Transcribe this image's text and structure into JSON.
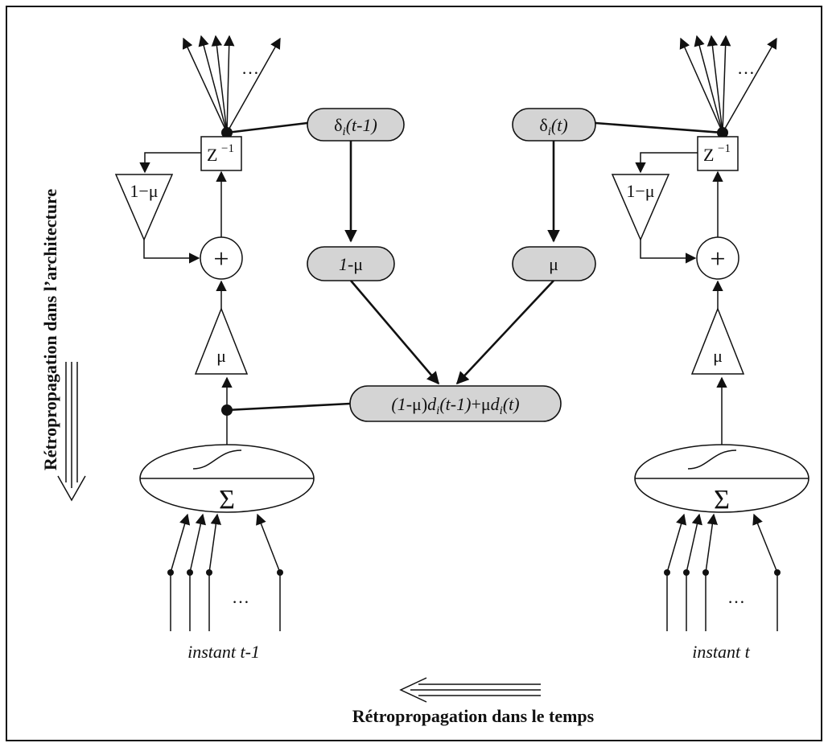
{
  "vertical_caption": "Rétropropagation dans l’architecture",
  "bottom_caption": "Rétropropagation dans le temps",
  "time_left": "instant t-1",
  "time_right": "instant t",
  "delay": "Z",
  "delay_exp": "−1",
  "forget_gain": "1−μ",
  "sum_symbol": "+",
  "mu": "μ",
  "sigma": "Σ",
  "ellipsis": "…",
  "delta_left": {
    "d": "δ",
    "i": "i",
    "arg": "(t-1)"
  },
  "delta_right": {
    "d": "δ",
    "i": "i",
    "arg": "(t)"
  },
  "weight_left": {
    "one": "1",
    "rest": "-μ"
  },
  "weight_right": "μ",
  "combination": {
    "p1": "(1-",
    "mu1": "μ",
    "p2": ")",
    "d1": "d",
    "i1": "i",
    "t1": "(t-1)",
    "plus": "+",
    "mu2": "μ",
    "d2": "d",
    "i2": "i",
    "t2": "(t)"
  },
  "colors": {
    "pill_fill": "#d4d4d4",
    "stroke": "#111111"
  }
}
